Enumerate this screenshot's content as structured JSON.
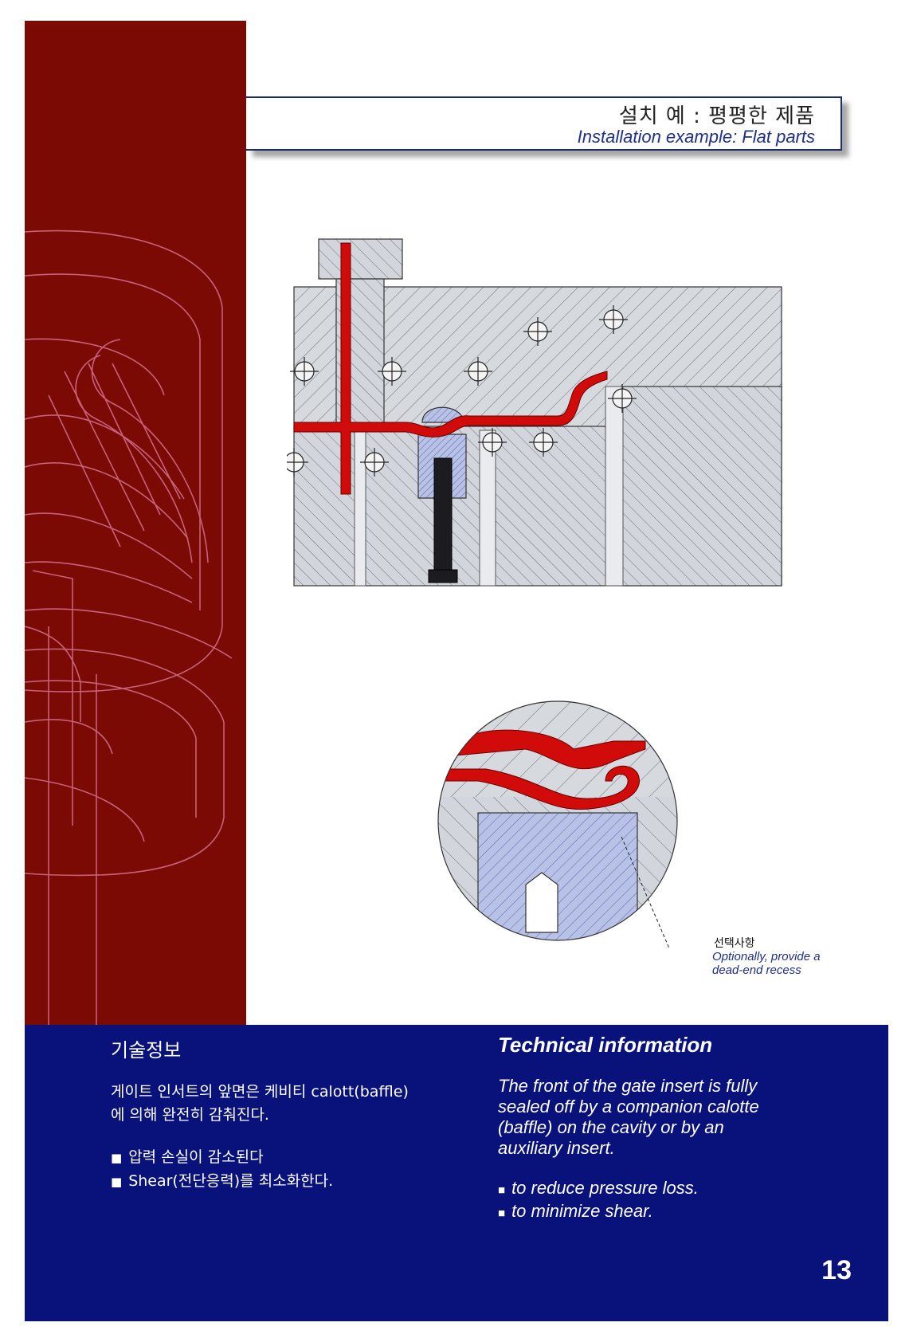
{
  "header": {
    "title_ko": "설치 예 : 평평한 제품",
    "title_en": "Installation example: Flat parts"
  },
  "colors": {
    "sidebar": "#7b0a05",
    "info_panel": "#08127a",
    "title_accent": "#1f2f8a",
    "melt": "#d10a0a",
    "steel": "#cfd3d8"
  },
  "illustration": {
    "callout_ko": "선택사항",
    "callout_en_line1": "Optionally, provide a",
    "callout_en_line2": "dead-end recess"
  },
  "technical_info": {
    "heading_ko": "기술정보",
    "body_ko_line1": "게이트 인서트의 앞면은 케비티 calott(baffle)",
    "body_ko_line2": "에 의해 완전히 감춰진다.",
    "bullets_ko": [
      "압력 손실이 감소된다",
      "Shear(전단응력)를 최소화한다."
    ],
    "heading_en": "Technical information",
    "body_en_line1": "The front of the gate insert is fully",
    "body_en_line2": "sealed off by a companion calotte",
    "body_en_line3": "(baffle) on the cavity or by an",
    "body_en_line4": "auxiliary insert.",
    "bullets_en": [
      "to reduce pressure loss.",
      "to minimize shear."
    ],
    "bullet_symbol": "■"
  },
  "page": {
    "number": "13"
  }
}
